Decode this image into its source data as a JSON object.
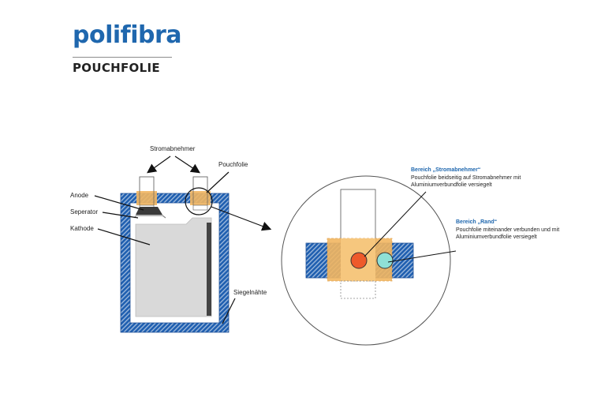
{
  "brand": {
    "logo": "polifibra",
    "subtitle": "POUCHFOLIE"
  },
  "labels": {
    "stromabnehmer": "Stromabnehmer",
    "pouchfolie": "Pouchfolie",
    "anode": "Anode",
    "seperator": "Seperator",
    "kathode": "Kathode",
    "siegelnaehte": "Siegelnähte"
  },
  "callouts": {
    "strom_title": "Bereich „Stromabnehmer“",
    "strom_line1": "Pouchfolie beidseitig auf Stromabnehmer mit",
    "strom_line2": "Aluminiumverbundfolie versiegelt",
    "rand_title": "Bereich „Rand“",
    "rand_line1": "Pouchfolie miteinander verbunden und mit",
    "rand_line2": "Aluminiumverbundfolie versiegelt"
  },
  "colors": {
    "brand_blue": "#1f67ae",
    "seal_blue": "#1f5fb0",
    "tab_orange": "#f2b661",
    "red_marker": "#ee5a2b",
    "teal_marker": "#8fe0d6",
    "cell_grey": "#d9d9d9"
  }
}
